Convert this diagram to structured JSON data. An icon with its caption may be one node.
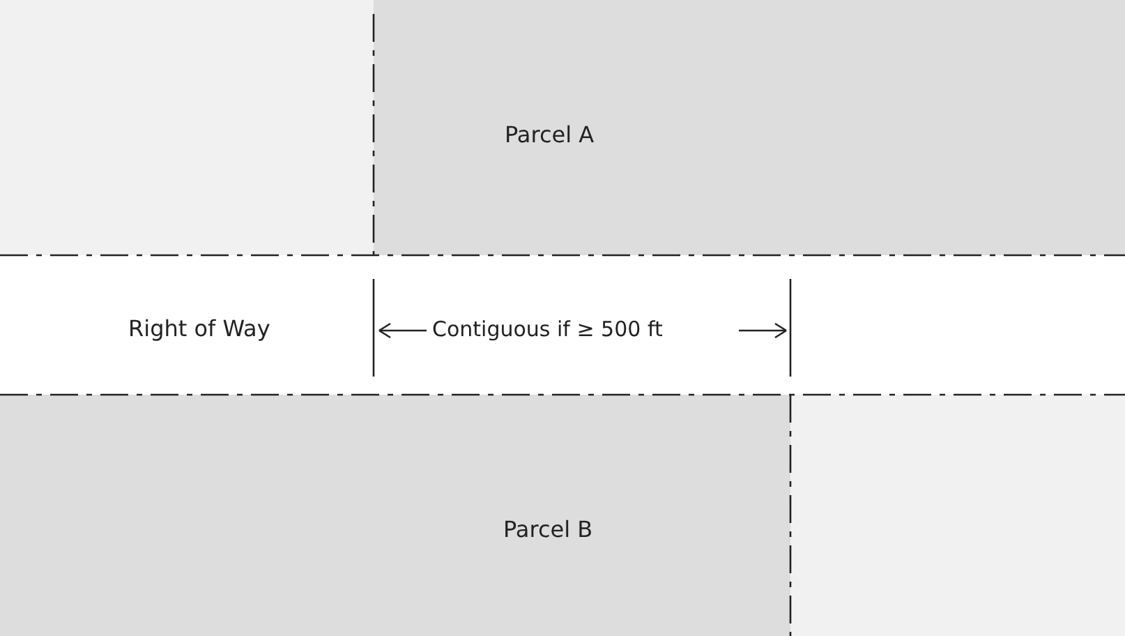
{
  "diagram": {
    "nodes": [
      {
        "text": [],
        "shape": "box"
      },
      {
        "text": [
          "Parcel A"
        ]
      },
      {
        "text": [
          "Right of Way"
        ]
      },
      {
        "text": [
          "Parcel B"
        ]
      },
      {
        "text": [],
        "shape": "box"
      }
    ],
    "labels": [
      "Contiguous if ≥ 500 ft"
    ]
  }
}
